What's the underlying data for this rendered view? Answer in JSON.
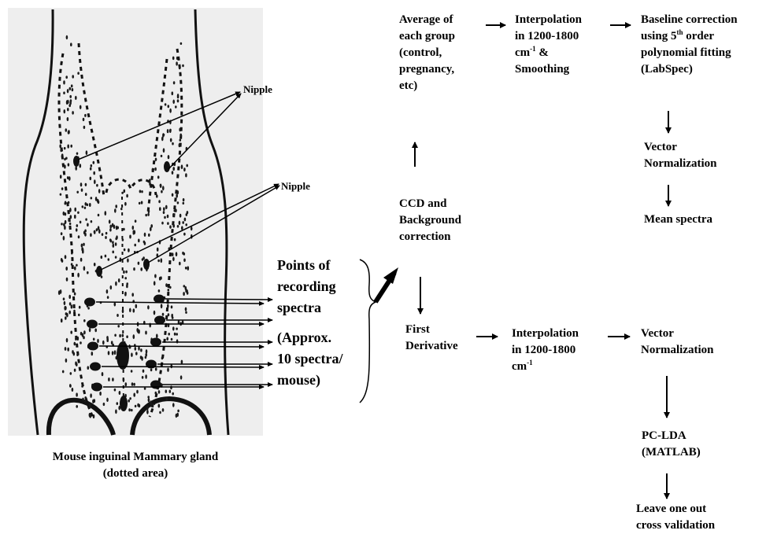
{
  "labels": {
    "nipple_1": "Nipple",
    "nipple_2": "Nipple",
    "points_line1": "Points of",
    "points_line2": "recording",
    "points_line3": "spectra",
    "approx_line1": "(Approx.",
    "approx_line2": "10 spectra/",
    "approx_line3": "mouse)",
    "caption_line1": "Mouse inguinal Mammary gland",
    "caption_line2": "(dotted area)"
  },
  "flow": {
    "average": [
      "Average of",
      "each group",
      "(control,",
      "pregnancy,",
      "etc)"
    ],
    "interp_top": {
      "line1": "Interpolation",
      "line2": "in 1200-1800",
      "line3_pre": "cm",
      "line3_sup": "-1",
      "line3_post": " &",
      "line4": "Smoothing"
    },
    "baseline": {
      "line1": "Baseline correction",
      "line2_pre": "using 5",
      "line2_sup": "th",
      "line2_post": " order",
      "line3": "polynomial fitting",
      "line4": "(LabSpec)"
    },
    "vector_top": [
      "Vector",
      "Normalization"
    ],
    "mean_spectra": "Mean spectra",
    "ccd": [
      "CCD and",
      "Background",
      "correction"
    ],
    "first_derivative": [
      "First",
      "Derivative"
    ],
    "interp_bottom": {
      "line1": "Interpolation",
      "line2": "in 1200-1800",
      "line3_pre": "cm",
      "line3_sup": "-1"
    },
    "vector_bottom": [
      "Vector",
      "Normalization"
    ],
    "pclda": [
      "PC-LDA",
      "(MATLAB)"
    ],
    "loo": [
      "Leave one out",
      "cross validation"
    ]
  }
}
